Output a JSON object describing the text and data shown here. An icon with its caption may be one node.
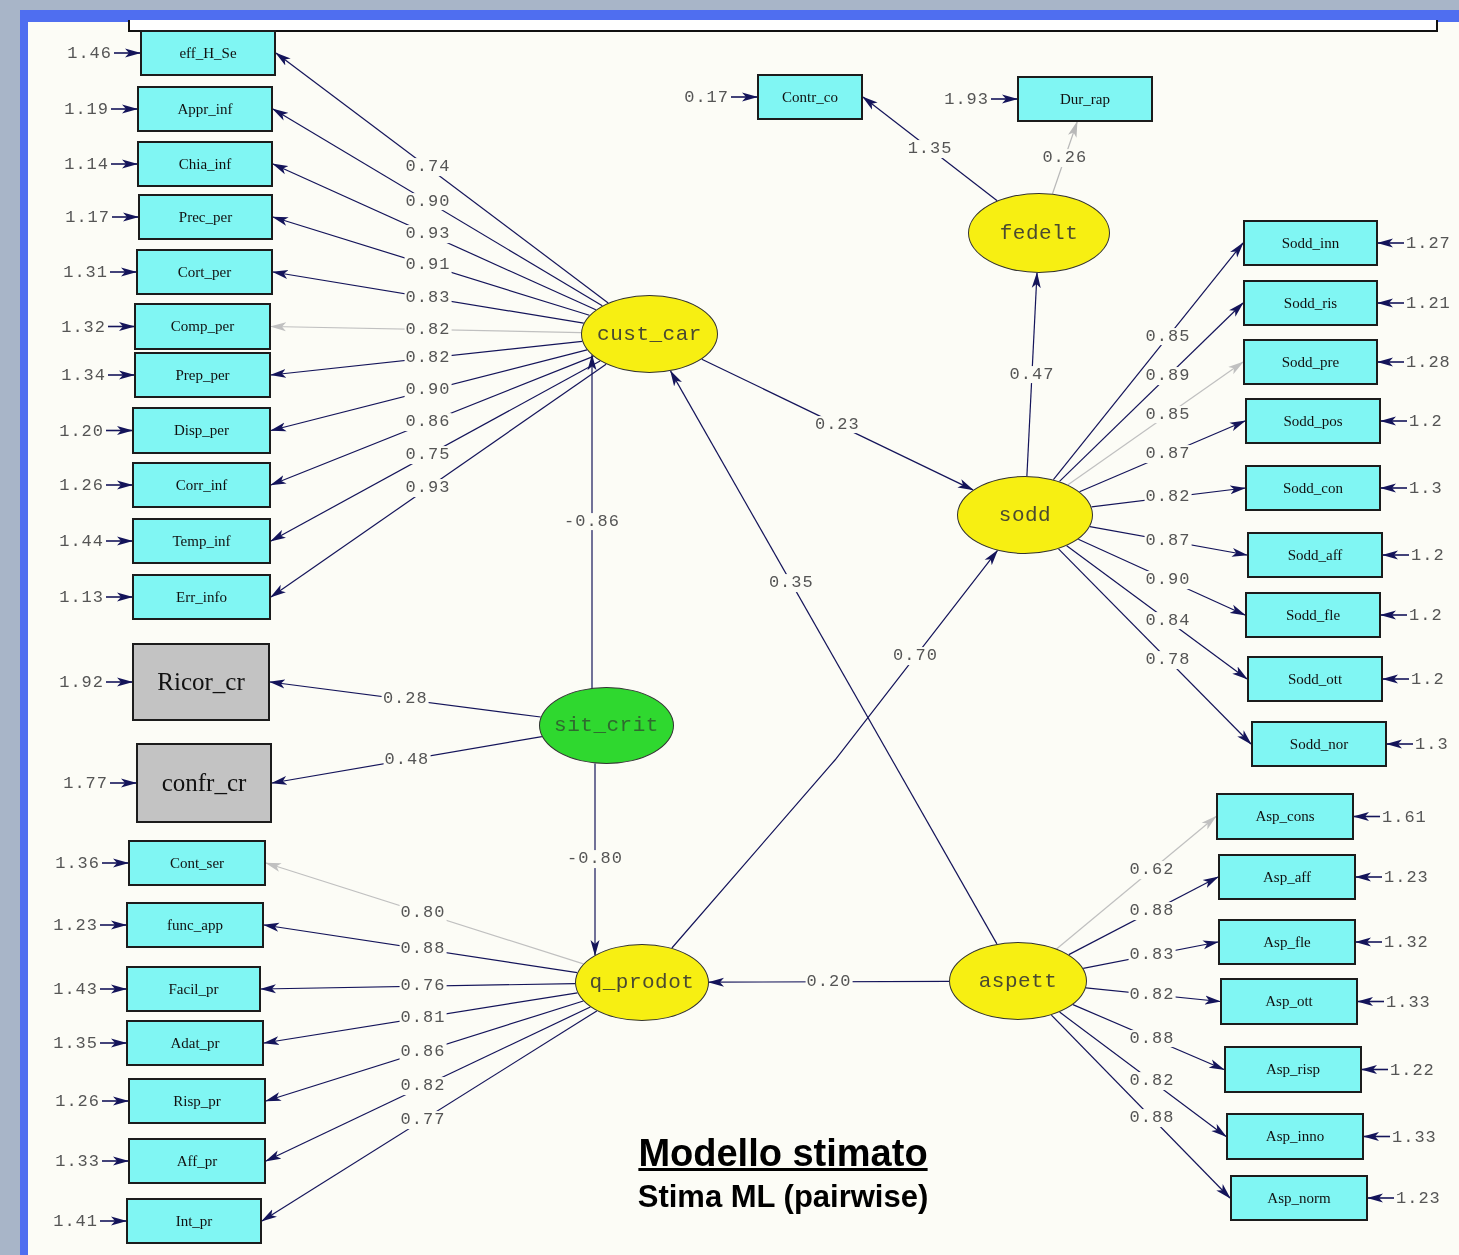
{
  "diagram": {
    "title": "Modello stimato",
    "caption": "Stima ML (pairwise)",
    "nodes": [
      {
        "text": [
          "eff_H_Se"
        ],
        "beside": [
          "1.46"
        ]
      },
      {
        "text": [
          "Appr_inf"
        ],
        "beside": [
          "1.19"
        ]
      },
      {
        "text": [
          "Chia_inf"
        ],
        "beside": [
          "1.14"
        ]
      },
      {
        "text": [
          "Prec_per"
        ],
        "beside": [
          "1.17"
        ]
      },
      {
        "text": [
          "Cort_per"
        ],
        "beside": [
          "1.31"
        ]
      },
      {
        "text": [
          "Comp_per"
        ],
        "beside": [
          "1.32"
        ]
      },
      {
        "text": [
          "Prep_per"
        ],
        "beside": [
          "1.34"
        ]
      },
      {
        "text": [
          "Disp_per"
        ],
        "beside": [
          "1.20"
        ]
      },
      {
        "text": [
          "Corr_inf"
        ],
        "beside": [
          "1.26"
        ]
      },
      {
        "text": [
          "Temp_inf"
        ],
        "beside": [
          "1.44"
        ]
      },
      {
        "text": [
          "Err_info"
        ],
        "beside": [
          "1.13"
        ]
      },
      {
        "text": [
          "Ricor_cr"
        ],
        "beside": [
          "1.92"
        ]
      },
      {
        "text": [
          "confr_cr"
        ],
        "beside": [
          "1.77"
        ]
      },
      {
        "text": [
          "Cont_ser"
        ],
        "beside": [
          "1.36"
        ]
      },
      {
        "text": [
          "func_app"
        ],
        "beside": [
          "1.23"
        ]
      },
      {
        "text": [
          "Facil_pr"
        ],
        "beside": [
          "1.43"
        ]
      },
      {
        "text": [
          "Adat_pr"
        ],
        "beside": [
          "1.35"
        ]
      },
      {
        "text": [
          "Risp_pr"
        ],
        "beside": [
          "1.26"
        ]
      },
      {
        "text": [
          "Aff_pr"
        ],
        "beside": [
          "1.33"
        ]
      },
      {
        "text": [
          "Int_pr"
        ],
        "beside": [
          "1.41"
        ]
      },
      {
        "text": [
          "cust_car"
        ]
      },
      {
        "text": [
          "sit_crit"
        ]
      },
      {
        "text": [
          "q_prodot"
        ]
      },
      {
        "text": [
          "fedelt"
        ]
      },
      {
        "text": [
          "sodd"
        ]
      },
      {
        "text": [
          "aspett"
        ]
      },
      {
        "text": [
          "Contr_co"
        ],
        "beside": [
          "0.17"
        ]
      },
      {
        "text": [
          "Dur_rap"
        ],
        "beside": [
          "1.93"
        ]
      },
      {
        "text": [
          "Sodd_inn"
        ],
        "beside": [
          "1.27"
        ]
      },
      {
        "text": [
          "Sodd_ris"
        ],
        "beside": [
          "1.21"
        ]
      },
      {
        "text": [
          "Sodd_pre"
        ],
        "beside": [
          "1.28"
        ]
      },
      {
        "text": [
          "Sodd_pos"
        ],
        "beside": [
          "1.2"
        ]
      },
      {
        "text": [
          "Sodd_con"
        ],
        "beside": [
          "1.3"
        ]
      },
      {
        "text": [
          "Sodd_aff"
        ],
        "beside": [
          "1.2"
        ]
      },
      {
        "text": [
          "Sodd_fle"
        ],
        "beside": [
          "1.2"
        ]
      },
      {
        "text": [
          "Sodd_ott"
        ],
        "beside": [
          "1.2"
        ]
      },
      {
        "text": [
          "Sodd_nor"
        ],
        "beside": [
          "1.3"
        ]
      },
      {
        "text": [
          "Asp_cons"
        ],
        "beside": [
          "1.61"
        ]
      },
      {
        "text": [
          "Asp_aff"
        ],
        "beside": [
          "1.23"
        ]
      },
      {
        "text": [
          "Asp_fle"
        ],
        "beside": [
          "1.32"
        ]
      },
      {
        "text": [
          "Asp_ott"
        ],
        "beside": [
          "1.33"
        ]
      },
      {
        "text": [
          "Asp_risp"
        ],
        "beside": [
          "1.22"
        ]
      },
      {
        "text": [
          "Asp_inno"
        ],
        "beside": [
          "1.33"
        ]
      },
      {
        "text": [
          "Asp_norm"
        ],
        "beside": [
          "1.23"
        ]
      }
    ],
    "edges": [
      {
        "from": 20,
        "to": 0,
        "arrow": "to",
        "label": "0.74"
      },
      {
        "from": 20,
        "to": 1,
        "arrow": "to",
        "label": "0.90"
      },
      {
        "from": 20,
        "to": 2,
        "arrow": "to",
        "label": "0.93"
      },
      {
        "from": 20,
        "to": 3,
        "arrow": "to",
        "label": "0.91"
      },
      {
        "from": 20,
        "to": 4,
        "arrow": "to",
        "label": "0.83"
      },
      {
        "from": 20,
        "to": 5,
        "arrow": "to",
        "label": "0.82",
        "color": "#c0c0c0"
      },
      {
        "from": 20,
        "to": 6,
        "arrow": "to",
        "label": "0.82"
      },
      {
        "from": 20,
        "to": 7,
        "arrow": "to",
        "label": "0.90"
      },
      {
        "from": 20,
        "to": 8,
        "arrow": "to",
        "label": "0.86"
      },
      {
        "from": 20,
        "to": 9,
        "arrow": "to",
        "label": "0.75"
      },
      {
        "from": 20,
        "to": 10,
        "arrow": "to",
        "label": "0.93"
      },
      {
        "from": 21,
        "to": 20,
        "arrow": "to",
        "label": "-0.86"
      },
      {
        "from": 21,
        "to": 11,
        "arrow": "to",
        "label": "0.28"
      },
      {
        "from": 21,
        "to": 12,
        "arrow": "to",
        "label": "0.48"
      },
      {
        "from": 21,
        "to": 22,
        "arrow": "to",
        "label": "-0.80"
      },
      {
        "from": 22,
        "to": 13,
        "arrow": "to",
        "label": "0.80",
        "color": "#c0c0c0"
      },
      {
        "from": 22,
        "to": 14,
        "arrow": "to",
        "label": "0.88"
      },
      {
        "from": 22,
        "to": 15,
        "arrow": "to",
        "label": "0.76"
      },
      {
        "from": 22,
        "to": 16,
        "arrow": "to",
        "label": "0.81"
      },
      {
        "from": 22,
        "to": 17,
        "arrow": "to",
        "label": "0.86"
      },
      {
        "from": 22,
        "to": 18,
        "arrow": "to",
        "label": "0.82"
      },
      {
        "from": 22,
        "to": 19,
        "arrow": "to",
        "label": "0.77"
      },
      {
        "from": 20,
        "to": 24,
        "arrow": "to",
        "label": "0.23"
      },
      {
        "from": 25,
        "to": 20,
        "arrow": "to",
        "label": "0.35"
      },
      {
        "from": 22,
        "to": 24,
        "arrow": "to",
        "label": "0.70"
      },
      {
        "from": 25,
        "to": 22,
        "arrow": "to",
        "label": "0.20"
      },
      {
        "from": 24,
        "to": 23,
        "arrow": "to",
        "label": "0.47"
      },
      {
        "from": 23,
        "to": 26,
        "arrow": "to",
        "label": "1.35"
      },
      {
        "from": 23,
        "to": 27,
        "arrow": "to",
        "label": "0.26",
        "color": "#b8b8b8"
      },
      {
        "from": 24,
        "to": 28,
        "arrow": "to",
        "label": "0.85"
      },
      {
        "from": 24,
        "to": 29,
        "arrow": "to",
        "label": "0.89"
      },
      {
        "from": 24,
        "to": 30,
        "arrow": "to",
        "label": "0.85",
        "color": "#c0c0c0"
      },
      {
        "from": 24,
        "to": 31,
        "arrow": "to",
        "label": "0.87"
      },
      {
        "from": 24,
        "to": 32,
        "arrow": "to",
        "label": "0.82"
      },
      {
        "from": 24,
        "to": 33,
        "arrow": "to",
        "label": "0.87"
      },
      {
        "from": 24,
        "to": 34,
        "arrow": "to",
        "label": "0.90"
      },
      {
        "from": 24,
        "to": 35,
        "arrow": "to",
        "label": "0.84"
      },
      {
        "from": 24,
        "to": 36,
        "arrow": "to",
        "label": "0.78"
      },
      {
        "from": 25,
        "to": 37,
        "arrow": "to",
        "label": "0.62",
        "color": "#c0c0c0"
      },
      {
        "from": 25,
        "to": 38,
        "arrow": "to",
        "label": "0.88"
      },
      {
        "from": 25,
        "to": 39,
        "arrow": "to",
        "label": "0.83"
      },
      {
        "from": 25,
        "to": 40,
        "arrow": "to",
        "label": "0.82"
      },
      {
        "from": 25,
        "to": 41,
        "arrow": "to",
        "label": "0.88"
      },
      {
        "from": 25,
        "to": 42,
        "arrow": "to",
        "label": "0.82"
      },
      {
        "from": 25,
        "to": 43,
        "arrow": "to",
        "label": "0.88"
      },
      {
        "from": null,
        "to": 0,
        "arrow": "to"
      },
      {
        "from": null,
        "to": 1,
        "arrow": "to"
      },
      {
        "from": null,
        "to": 2,
        "arrow": "to"
      },
      {
        "from": null,
        "to": 3,
        "arrow": "to"
      },
      {
        "from": null,
        "to": 4,
        "arrow": "to"
      },
      {
        "from": null,
        "to": 5,
        "arrow": "to"
      },
      {
        "from": null,
        "to": 6,
        "arrow": "to"
      },
      {
        "from": null,
        "to": 7,
        "arrow": "to"
      },
      {
        "from": null,
        "to": 8,
        "arrow": "to"
      },
      {
        "from": null,
        "to": 9,
        "arrow": "to"
      },
      {
        "from": null,
        "to": 10,
        "arrow": "to"
      },
      {
        "from": null,
        "to": 11,
        "arrow": "to"
      },
      {
        "from": null,
        "to": 12,
        "arrow": "to"
      },
      {
        "from": null,
        "to": 13,
        "arrow": "to"
      },
      {
        "from": null,
        "to": 14,
        "arrow": "to"
      },
      {
        "from": null,
        "to": 15,
        "arrow": "to"
      },
      {
        "from": null,
        "to": 16,
        "arrow": "to"
      },
      {
        "from": null,
        "to": 17,
        "arrow": "to"
      },
      {
        "from": null,
        "to": 18,
        "arrow": "to"
      },
      {
        "from": null,
        "to": 19,
        "arrow": "to"
      },
      {
        "from": null,
        "to": 26,
        "arrow": "to"
      },
      {
        "from": null,
        "to": 27,
        "arrow": "to"
      },
      {
        "from": null,
        "to": 28,
        "arrow": "to"
      },
      {
        "from": null,
        "to": 29,
        "arrow": "to"
      },
      {
        "from": null,
        "to": 30,
        "arrow": "to"
      },
      {
        "from": null,
        "to": 31,
        "arrow": "to"
      },
      {
        "from": null,
        "to": 32,
        "arrow": "to"
      },
      {
        "from": null,
        "to": 33,
        "arrow": "to"
      },
      {
        "from": null,
        "to": 34,
        "arrow": "to"
      },
      {
        "from": null,
        "to": 35,
        "arrow": "to"
      },
      {
        "from": null,
        "to": 36,
        "arrow": "to"
      },
      {
        "from": null,
        "to": 37,
        "arrow": "to"
      },
      {
        "from": null,
        "to": 38,
        "arrow": "to"
      },
      {
        "from": null,
        "to": 39,
        "arrow": "to"
      },
      {
        "from": null,
        "to": 40,
        "arrow": "to"
      },
      {
        "from": null,
        "to": 41,
        "arrow": "to"
      },
      {
        "from": null,
        "to": 42,
        "arrow": "to"
      },
      {
        "from": null,
        "to": 43,
        "arrow": "to"
      }
    ]
  }
}
